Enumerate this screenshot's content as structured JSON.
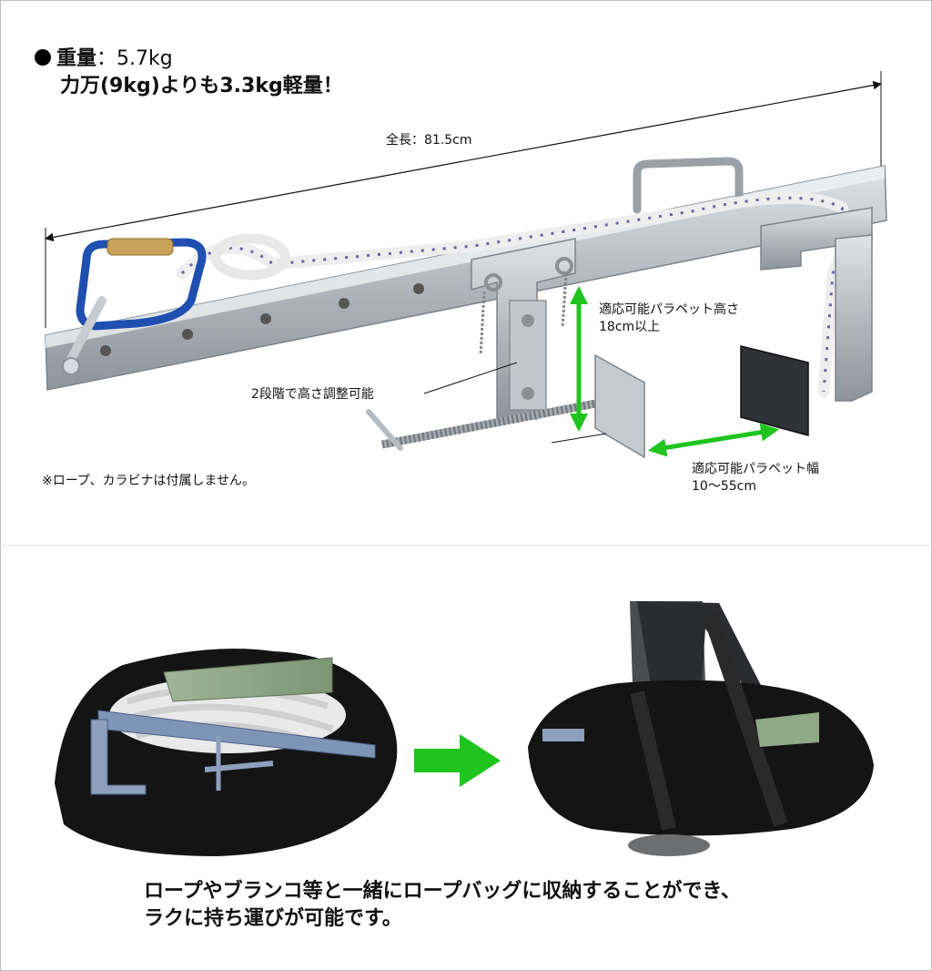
{
  "headline": {
    "weight_label": "重量",
    "weight_value": "：5.7kg",
    "comparison": "力万(9kg)よりも3.3kg軽量！"
  },
  "dimensions": {
    "total_length": "全長：81.5cm",
    "parapet_height_title": "適応可能パラペット高さ",
    "parapet_height_value": "18cm以上",
    "height_adjust": "2段階で高さ調整可能",
    "parapet_width_title": "適応可能パラペット幅",
    "parapet_width_value": "10～55cm"
  },
  "note": "※ロープ、カラビナは付属しません。",
  "caption": {
    "line1": "ロープやブランコ等と一緒にロープバッグに収納することができ、",
    "line2": "ラクに持ち運びが可能です。"
  },
  "colors": {
    "arrow_green": "#1fc41f",
    "steel": "#b9bec4",
    "carabiner": "#1f4fb0",
    "bag": "#141414",
    "plate_green": "#8fa886"
  }
}
